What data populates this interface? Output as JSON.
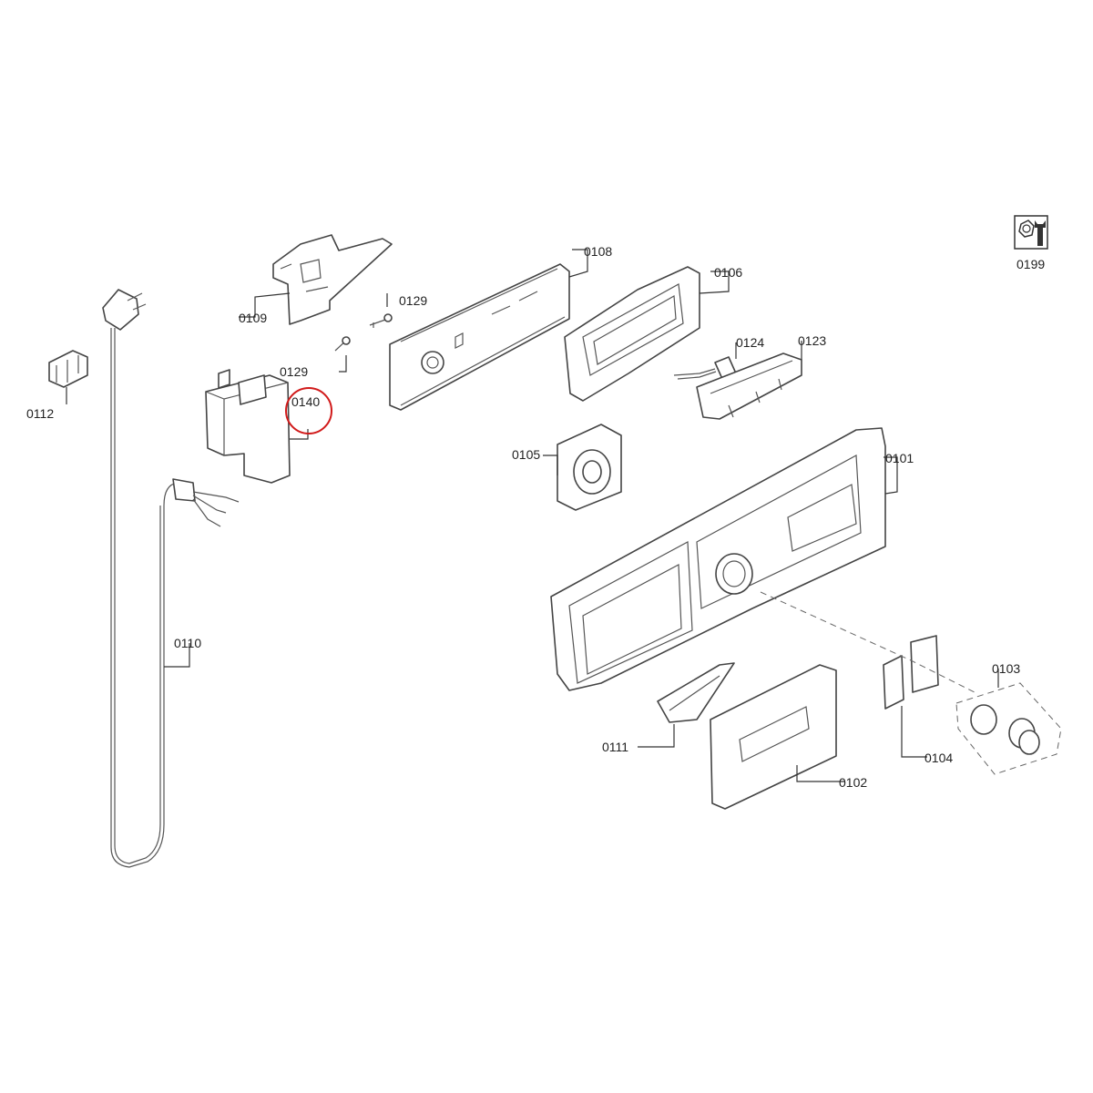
{
  "diagram": {
    "highlighted_part": "0140",
    "highlight_color": "#d11a1a",
    "service_icon": "wrench-nut-icon",
    "callouts": [
      {
        "id": "c0199",
        "label": "0199"
      },
      {
        "id": "c0108",
        "label": "0108"
      },
      {
        "id": "c0106",
        "label": "0106"
      },
      {
        "id": "c0129a",
        "label": "0129"
      },
      {
        "id": "c0109",
        "label": "0109"
      },
      {
        "id": "c0129b",
        "label": "0129"
      },
      {
        "id": "c0124",
        "label": "0124"
      },
      {
        "id": "c0123",
        "label": "0123"
      },
      {
        "id": "c0140",
        "label": "0140"
      },
      {
        "id": "c0112",
        "label": "0112"
      },
      {
        "id": "c0105",
        "label": "0105"
      },
      {
        "id": "c0101",
        "label": "0101"
      },
      {
        "id": "c0110",
        "label": "0110"
      },
      {
        "id": "c0103",
        "label": "0103"
      },
      {
        "id": "c0111",
        "label": "0111"
      },
      {
        "id": "c0104",
        "label": "0104"
      },
      {
        "id": "c0102",
        "label": "0102"
      }
    ]
  }
}
